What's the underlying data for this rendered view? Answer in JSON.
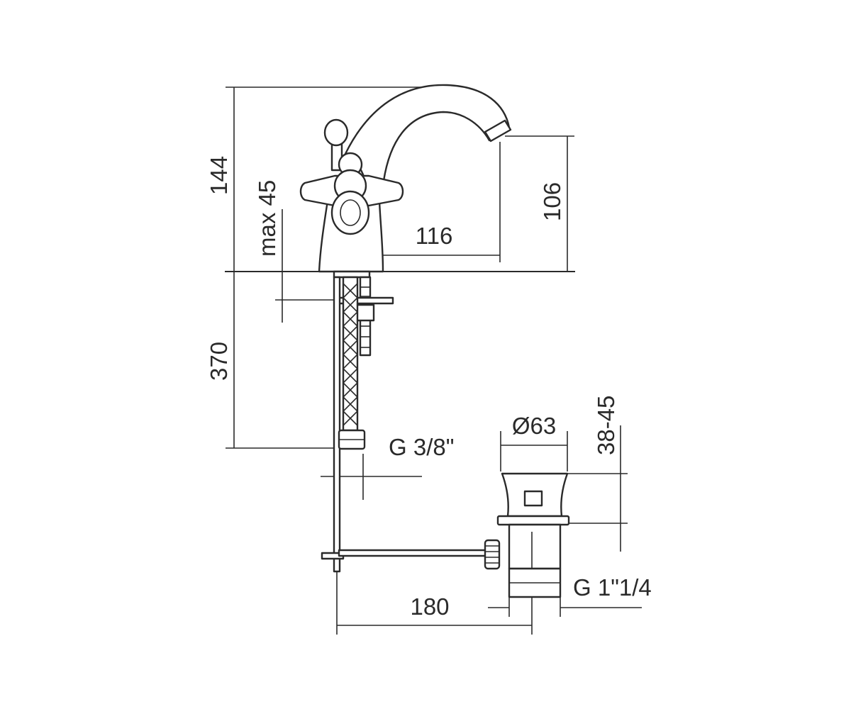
{
  "dimensions": {
    "total_height": "144",
    "spout_height": "106",
    "spout_reach": "116",
    "max_deck_thickness": "max 45",
    "hose_length": "370",
    "inlet_thread": "G 3/8\"",
    "waste_diameter": "Ø63",
    "waste_adjust": "38-45",
    "waste_thread": "G 1\"1/4",
    "rod_length": "180"
  },
  "colors": {
    "line": "#2a2a2a",
    "background": "#ffffff"
  }
}
